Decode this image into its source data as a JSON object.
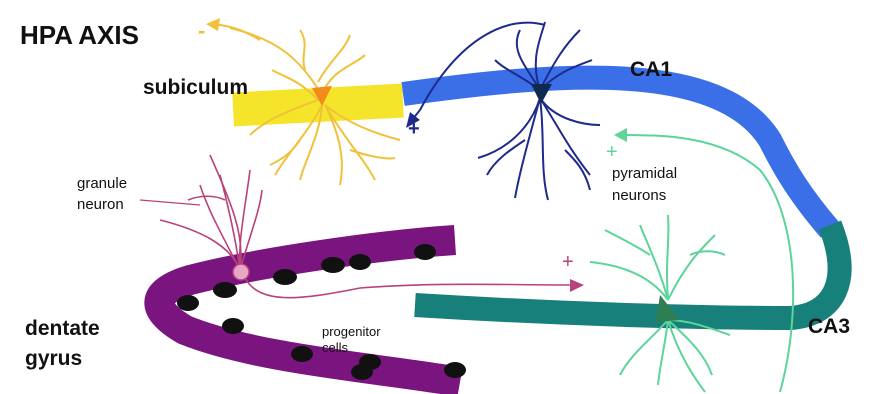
{
  "labels": {
    "hpa": "HPA AXIS",
    "hpa_sign": "-",
    "subiculum": "subiculum",
    "ca1": "CA1",
    "ca3": "CA3",
    "dentate_line1": "dentate",
    "dentate_line2": "gyrus",
    "granule_line1": "granule",
    "granule_line2": "neuron",
    "pyramidal_line1": "pyramidal",
    "pyramidal_line2": "neurons",
    "progenitor_line1": "progenitor",
    "progenitor_line2": "cells",
    "plus_subiculum": "+",
    "plus_ca1": "+",
    "plus_ca3": "+"
  },
  "colors": {
    "subiculum": "#f5e52a",
    "subiculum_neuron": "#f0c23a",
    "ca1": "#3a6fe8",
    "ca1_neuron": "#1f2b8c",
    "ca3": "#17807a",
    "ca3_neuron": "#5cd49a",
    "dentate": "#7a1580",
    "granule_neuron": "#b8437a",
    "progenitor": "#111111"
  }
}
